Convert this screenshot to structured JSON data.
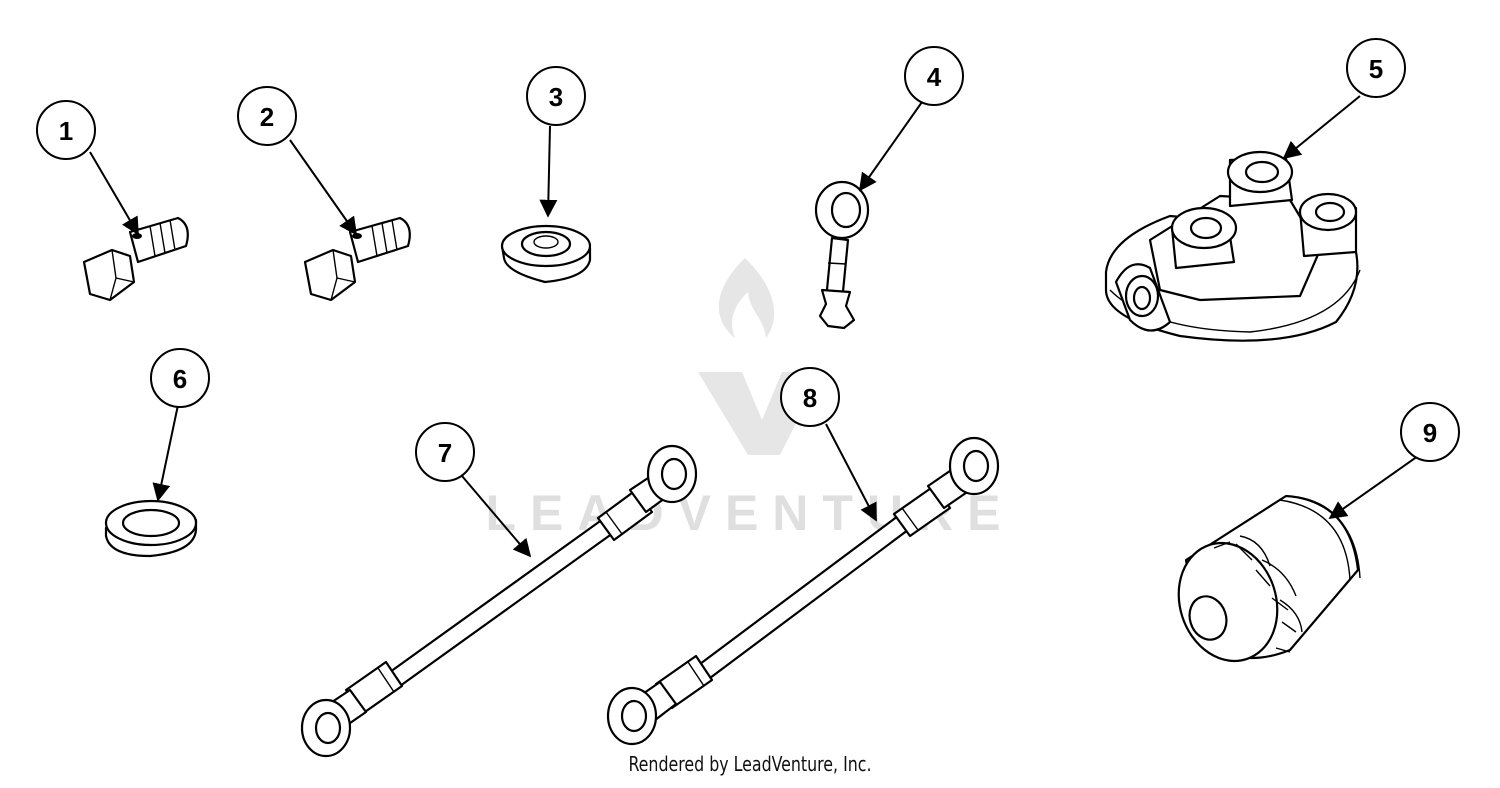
{
  "watermark": {
    "text": "LEADVENTURE"
  },
  "credit": "Rendered by LeadVenture, Inc.",
  "callouts": [
    {
      "number": "1"
    },
    {
      "number": "2"
    },
    {
      "number": "3"
    },
    {
      "number": "4"
    },
    {
      "number": "5"
    },
    {
      "number": "6"
    },
    {
      "number": "7"
    },
    {
      "number": "8"
    },
    {
      "number": "9"
    }
  ]
}
